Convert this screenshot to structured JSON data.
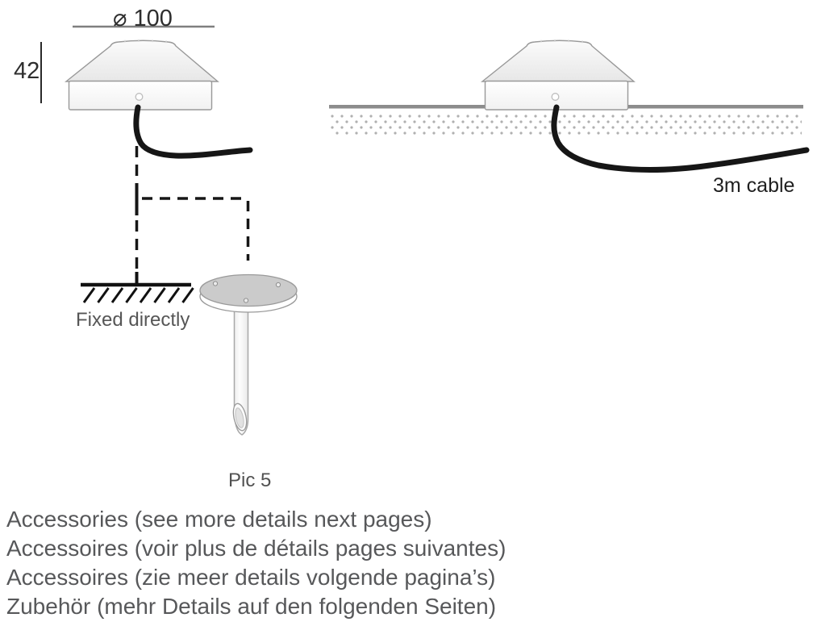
{
  "figure": {
    "left": {
      "diameter_label": "⌀ 100",
      "height_label": "42",
      "fixed_label": "Fixed directly",
      "caption": "Pic 5"
    },
    "right": {
      "cable_label": "3m cable"
    }
  },
  "footer_lines": [
    "Accessories (see more details next pages)",
    "Accessoires (voir plus de détails pages suivantes)",
    "Accessoires (zie meer details volgende pagina’s)",
    "Zubehör (mehr Details auf den folgenden Seiten)"
  ],
  "colors": {
    "cable": "#161616",
    "ground_bar": "#8c8c8c",
    "stipple_dot": "#b0b0b0",
    "dimension_line": "#7f7f7f",
    "dashed_line": "#161616",
    "label_gray": "#555555",
    "dimension_text": "#2e2e2e",
    "lamp_outline": "#999999",
    "disc_top": "#cbcbcb"
  }
}
